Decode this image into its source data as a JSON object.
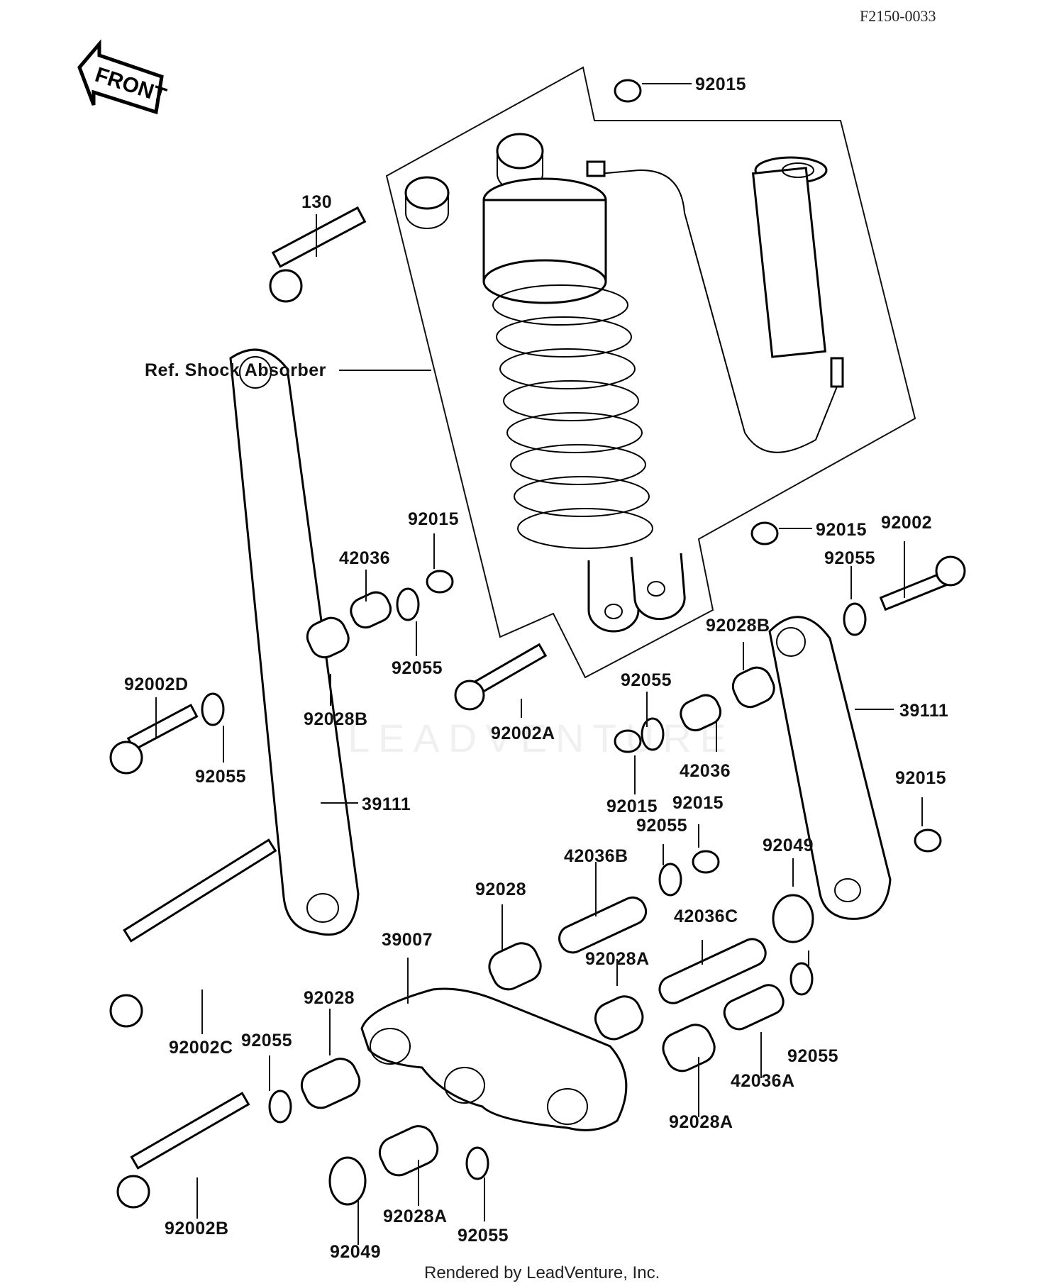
{
  "diagram_code": "F2150-0033",
  "front_label": "FRONT",
  "footer": "Rendered by LeadVenture, Inc.",
  "watermark": "LEADVENTURE",
  "labels": [
    {
      "id": "92015-top",
      "text": "92015"
    },
    {
      "id": "130",
      "text": "130"
    },
    {
      "id": "ref-shock",
      "text": "Ref. Shock Absorber"
    },
    {
      "id": "92015-a",
      "text": "92015"
    },
    {
      "id": "42036-a",
      "text": "42036"
    },
    {
      "id": "92055-a",
      "text": "92055"
    },
    {
      "id": "92028B-a",
      "text": "92028B"
    },
    {
      "id": "92002D",
      "text": "92002D"
    },
    {
      "id": "92055-b",
      "text": "92055"
    },
    {
      "id": "39111-a",
      "text": "39111"
    },
    {
      "id": "92002A",
      "text": "92002A"
    },
    {
      "id": "92015-b",
      "text": "92015"
    },
    {
      "id": "92002",
      "text": "92002"
    },
    {
      "id": "92055-c",
      "text": "92055"
    },
    {
      "id": "92028B-b",
      "text": "92028B"
    },
    {
      "id": "92055-d",
      "text": "92055"
    },
    {
      "id": "39111-b",
      "text": "39111"
    },
    {
      "id": "42036-b",
      "text": "42036"
    },
    {
      "id": "92015-c",
      "text": "92015"
    },
    {
      "id": "92015-d",
      "text": "92015"
    },
    {
      "id": "92015-e",
      "text": "92015"
    },
    {
      "id": "92055-e",
      "text": "92055"
    },
    {
      "id": "92049-a",
      "text": "92049"
    },
    {
      "id": "42036B",
      "text": "42036B"
    },
    {
      "id": "92028-a",
      "text": "92028"
    },
    {
      "id": "42036C",
      "text": "42036C"
    },
    {
      "id": "39007",
      "text": "39007"
    },
    {
      "id": "92028A-a",
      "text": "92028A"
    },
    {
      "id": "92028-b",
      "text": "92028"
    },
    {
      "id": "92002C",
      "text": "92002C"
    },
    {
      "id": "92055-f",
      "text": "92055"
    },
    {
      "id": "92055-g",
      "text": "92055"
    },
    {
      "id": "42036A",
      "text": "42036A"
    },
    {
      "id": "92028A-b",
      "text": "92028A"
    },
    {
      "id": "92002B",
      "text": "92002B"
    },
    {
      "id": "92028A-c",
      "text": "92028A"
    },
    {
      "id": "92055-h",
      "text": "92055"
    },
    {
      "id": "92049-b",
      "text": "92049"
    }
  ]
}
